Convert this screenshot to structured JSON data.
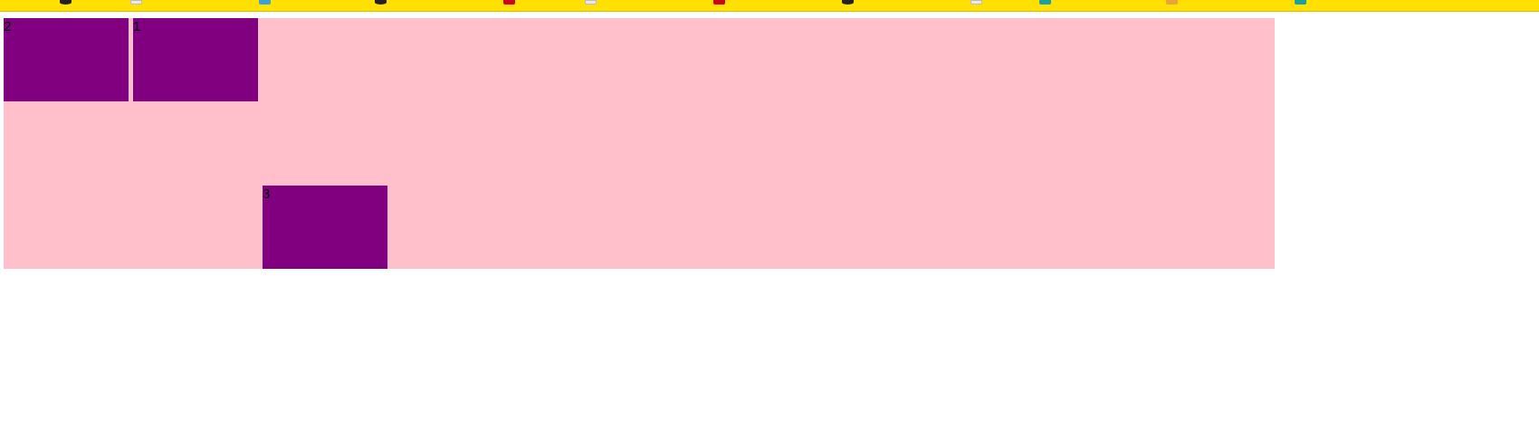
{
  "bookmark_bar": {
    "accent": "#ffe000",
    "icons": [
      {
        "name": "favicon-dark",
        "color": "#222222"
      },
      {
        "name": "favicon-light",
        "color": "#e8e8e8"
      },
      {
        "name": "favicon-dark",
        "color": "#222222"
      },
      {
        "name": "favicon-red",
        "color": "#d0021b"
      },
      {
        "name": "favicon-light",
        "color": "#e8e8e8"
      },
      {
        "name": "favicon-red",
        "color": "#d0021b"
      },
      {
        "name": "favicon-dark",
        "color": "#222222"
      },
      {
        "name": "favicon-light",
        "color": "#e8e8e8"
      },
      {
        "name": "favicon-teal",
        "color": "#1aa0a0"
      },
      {
        "name": "favicon-orange",
        "color": "#e8a33b"
      },
      {
        "name": "favicon-teal",
        "color": "#1aa0a0"
      }
    ]
  },
  "container": {
    "color": "#ffc0cb"
  },
  "boxes": [
    {
      "label": "2",
      "color": "#800080"
    },
    {
      "label": "1",
      "color": "#800080"
    },
    {
      "label": "3",
      "color": "#800080"
    }
  ]
}
